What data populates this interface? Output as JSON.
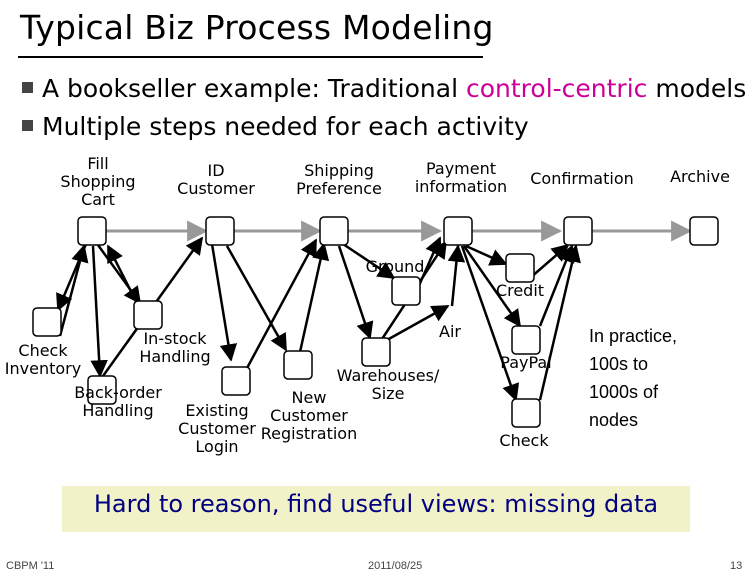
{
  "title": "Typical Biz Process Modeling",
  "bullets": [
    {
      "before": "A bookseller example: Traditional ",
      "highlight": "control-centric",
      "after": " models"
    },
    {
      "before": "Multiple steps needed for each activity",
      "highlight": "",
      "after": ""
    }
  ],
  "labels": {
    "fill_cart": "Fill\nShopping\nCart",
    "id_customer": "ID\nCustomer",
    "shipping": "Shipping\nPreference",
    "payment": "Payment\ninformation",
    "confirmation": "Confirmation",
    "archive": "Archive",
    "ground": "Ground",
    "credit": "Credit",
    "air": "Air",
    "instock": "In-stock\nHandling",
    "check_inventory": "Check\nInventory",
    "backorder": "Back-order\nHandling",
    "existing": "Existing\nCustomer\nLogin",
    "new_customer": "New\nCustomer\nRegistration",
    "warehouses": "Warehouses/\nSize",
    "paypal": "PayPal",
    "check": "Check",
    "in_practice": "In practice,\n100s to\n1000s of\nnodes"
  },
  "callout": "Hard to reason, find useful views: missing data",
  "footer": {
    "left": "CBPM '11",
    "center": "2011/08/25",
    "right": "13"
  },
  "colors": {
    "highlight": "#cc0099",
    "callout_bg": "#f2f2c8",
    "callout_text": "#000080",
    "top_line": "#999999"
  }
}
